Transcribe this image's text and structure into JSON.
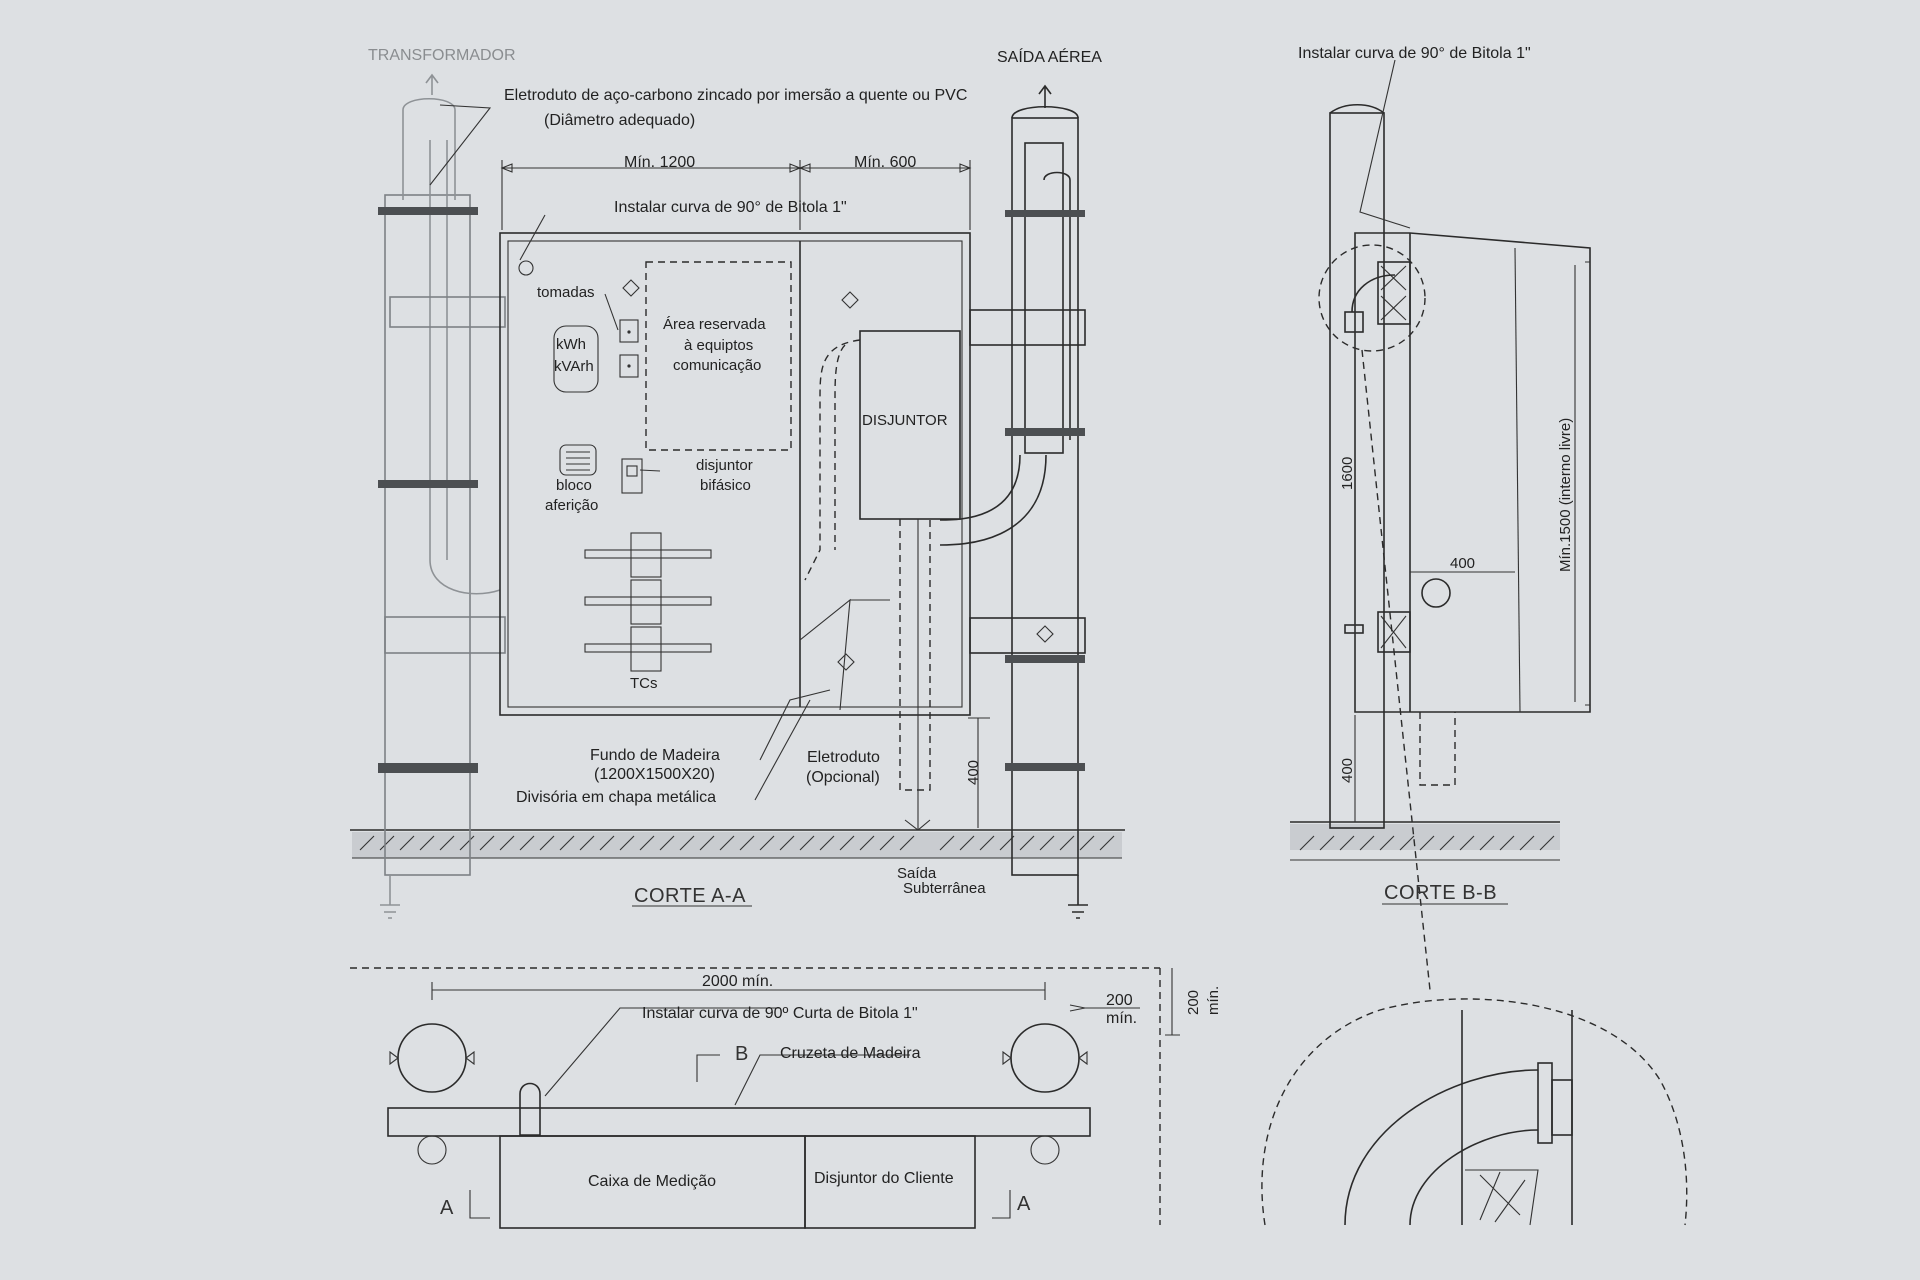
{
  "labels": {
    "transformador": "TRANSFORMADOR",
    "saida_aerea": "SAÍDA AÉREA",
    "eletroduto_main": "Eletroduto de aço-carbono zincado por imersão a quente ou PVC",
    "diametro": "(Diâmetro adequado)",
    "min_1200": "Mín. 1200",
    "min_600": "Mín. 600",
    "instalar_curva": "Instalar curva de 90° de Bitola 1\"",
    "instalar_curva_b": "Instalar curva de 90° de Bitola 1\"",
    "tomadas": "tomadas",
    "kwh": "kWh",
    "kvarh": "kVArh",
    "area_reservada_1": "Área reservada",
    "area_reservada_2": "à equiptos",
    "area_reservada_3": "comunicação",
    "disjuntor": "DISJUNTOR",
    "bloco_1": "bloco",
    "bloco_2": "aferição",
    "disj_bif_1": "disjuntor",
    "disj_bif_2": "bifásico",
    "tcs": "TCs",
    "fundo_1": "Fundo de Madeira",
    "fundo_2": "(1200X1500X20)",
    "divisoria": "Divisória em chapa metálica",
    "eletroduto_opc_1": "Eletroduto",
    "eletroduto_opc_2": "(Opcional)",
    "dim_400_a": "400",
    "saida_sub_1": "Saída",
    "saida_sub_2": "Subterrânea",
    "corte_aa": "CORTE A-A",
    "corte_bb": "CORTE B-B",
    "dim_1600": "1600",
    "dim_400_b": "400",
    "dim_400_c": "400",
    "min_1500": "Mín.1500 (interno livre)",
    "dim_2000": "2000 mín.",
    "instalar_curta": "Instalar curva de 90º Curta de Bitola 1\"",
    "dim_200_a": "200",
    "min_a": "mín.",
    "dim_200_b": "200",
    "min_b": "mín.",
    "marker_b": "B",
    "cruzeta": "Cruzeta de Madeira",
    "caixa_medicao": "Caixa de Medição",
    "disjuntor_cliente": "Disjuntor do Cliente",
    "marker_a_left": "A",
    "marker_a_right": "A"
  },
  "colors": {
    "background": "#dde0e3",
    "line": "#2b2b2b",
    "faded": "#8e9296"
  }
}
